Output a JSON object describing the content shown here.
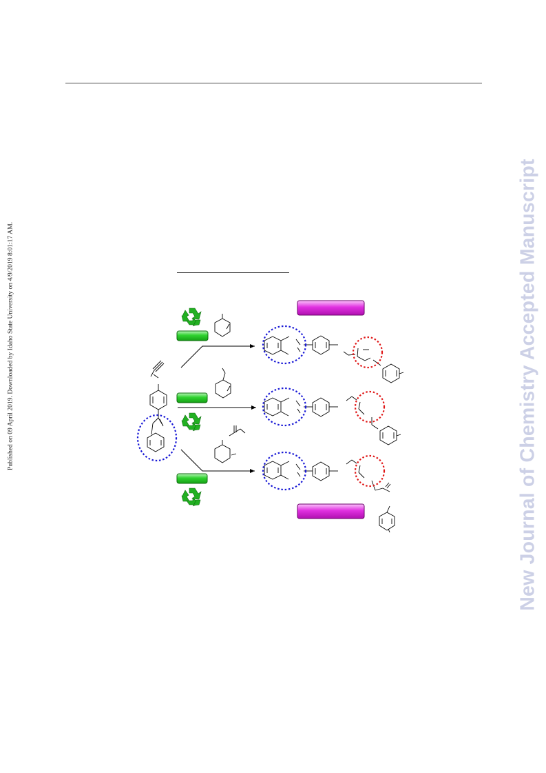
{
  "side_note": "Published on 09 April 2019. Downloaded by Idaho State University on 4/9/2019 8:01:17 AM.",
  "watermark": "New Journal of Chemistry Accepted Manuscript",
  "colors": {
    "rule": "#4a4a4a",
    "watermark": "#ccd0e6",
    "catalyst_box_fill": "#2fd22f",
    "catalyst_box_stroke": "#0c6b0c",
    "label_box_fill": "#e030e0",
    "label_box_stroke": "#6b006b",
    "blue_circle": "#1a1ad6",
    "red_circle": "#e01818",
    "recycle_icon": "#22b022"
  },
  "scheme": {
    "catalyst_boxes": 3,
    "recycle_icons": 3,
    "label_boxes": 2,
    "products": 3,
    "icons": [
      "recycle-icon",
      "arrow-right-icon"
    ]
  }
}
